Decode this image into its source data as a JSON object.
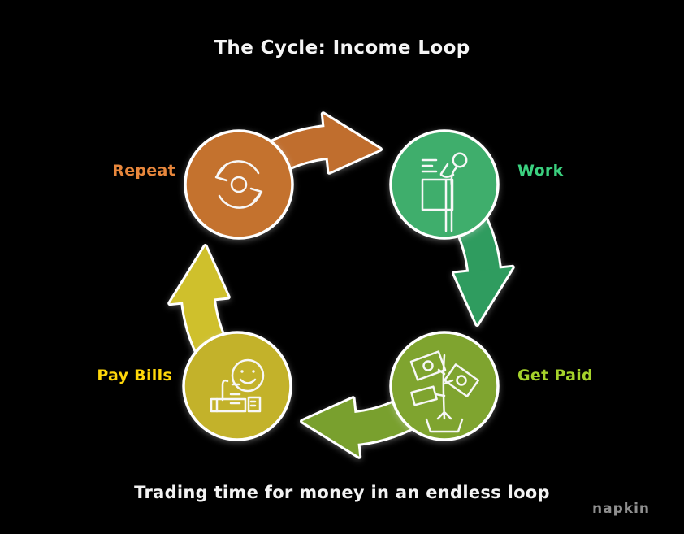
{
  "title": "The Cycle: Income Loop",
  "caption": "Trading time for money in an endless loop",
  "watermark": "napkin",
  "colors": {
    "background": "#000000",
    "title_text": "#f5f5f5",
    "caption_text": "#f3f3f3",
    "watermark_text": "#a9a9a9",
    "outline": "#ffffff"
  },
  "nodes": [
    {
      "id": "repeat",
      "label": "Repeat",
      "label_color": "#e8873c",
      "circle_color": "#c4722e",
      "icon": "repeat-arrows-icon",
      "position": "top-left"
    },
    {
      "id": "work",
      "label": "Work",
      "label_color": "#3bd07f",
      "circle_color": "#3fae6c",
      "icon": "person-at-desk-icon",
      "position": "top-right"
    },
    {
      "id": "get-paid",
      "label": "Get Paid",
      "label_color": "#a5d22b",
      "circle_color": "#7fa42f",
      "icon": "money-tree-icon",
      "position": "bottom-right"
    },
    {
      "id": "pay-bills",
      "label": "Pay Bills",
      "label_color": "#ffd70a",
      "circle_color": "#c3b22a",
      "icon": "thumbs-up-smiley-icon",
      "position": "bottom-left"
    }
  ],
  "arrows": [
    {
      "from": "Repeat",
      "to": "Work",
      "color": "#c06e2e",
      "direction": "clockwise-top"
    },
    {
      "from": "Work",
      "to": "Get Paid",
      "color": "#2f9c5f",
      "direction": "clockwise-right"
    },
    {
      "from": "Get Paid",
      "to": "Pay Bills",
      "color": "#79a02e",
      "direction": "clockwise-bottom"
    },
    {
      "from": "Pay Bills",
      "to": "Repeat",
      "color": "#cfc02c",
      "direction": "clockwise-left"
    }
  ]
}
